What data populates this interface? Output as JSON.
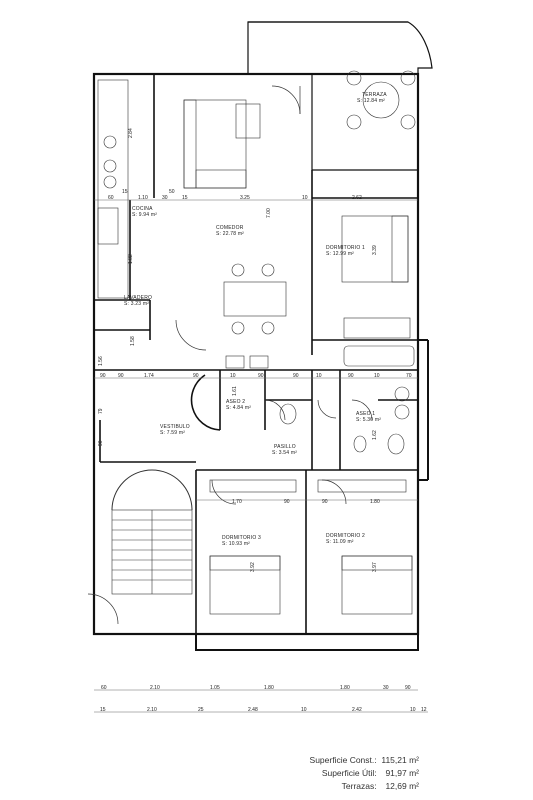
{
  "rooms": {
    "terraza": {
      "name": "TERRAZA",
      "area": "S: 12.84 m²"
    },
    "cocina": {
      "name": "COCINA",
      "area": "S: 9.94 m²"
    },
    "comedor": {
      "name": "COMEDOR",
      "area": "S: 22.78 m²"
    },
    "dormitorio1": {
      "name": "DORMITORIO 1",
      "area": "S: 12.99 m²"
    },
    "lavadero": {
      "name": "LAVADERO",
      "area": "S: 3.23 m²"
    },
    "aseo2": {
      "name": "ASEO 2",
      "area": "S: 4.84 m²"
    },
    "aseo1": {
      "name": "ASEO 1",
      "area": "S: 5.30 m²"
    },
    "vestibulo": {
      "name": "VESTIBULO",
      "area": "S: 7.59 m²"
    },
    "pasillo": {
      "name": "PASILLO",
      "area": "S: 3.54 m²"
    },
    "dormitorio3": {
      "name": "DORMITORIO 3",
      "area": "S: 10.93 m²"
    },
    "dormitorio2": {
      "name": "DORMITORIO 2",
      "area": "S: 11.09 m²"
    }
  },
  "dimensions": {
    "bottom_row1": [
      "60",
      "2.10",
      "1.05",
      "1.80",
      "1.80",
      "30",
      "90"
    ],
    "bottom_row2": [
      "15",
      "2.10",
      "25",
      "2.48",
      "10",
      "2.42",
      "10",
      "12"
    ],
    "top_kitchen": [
      "60",
      "1.10",
      "30",
      "15",
      "3.25",
      "10",
      "2.62"
    ],
    "kitchen_row2": [
      "50",
      "15"
    ],
    "middle_row": [
      "90",
      "90",
      "1.74",
      "90",
      "10",
      "90",
      "90",
      "10",
      "90",
      "10",
      "70"
    ],
    "bedroom_row": [
      "1.70",
      "90",
      "90",
      "1.80"
    ],
    "vertical": [
      "2.84",
      "7.00",
      "3.39",
      "1.82",
      "1.58",
      "1.56",
      "79",
      "90",
      "3.92",
      "3.97",
      "1.61",
      "1.62"
    ]
  },
  "summary": {
    "construida_label": "Superficie Const.:",
    "construida_value": "115,21 m²",
    "util_label": "Superficie Útil:",
    "util_value": "91,97 m²",
    "terrazas_label": "Terrazas:",
    "terrazas_value": "12,69 m²"
  }
}
